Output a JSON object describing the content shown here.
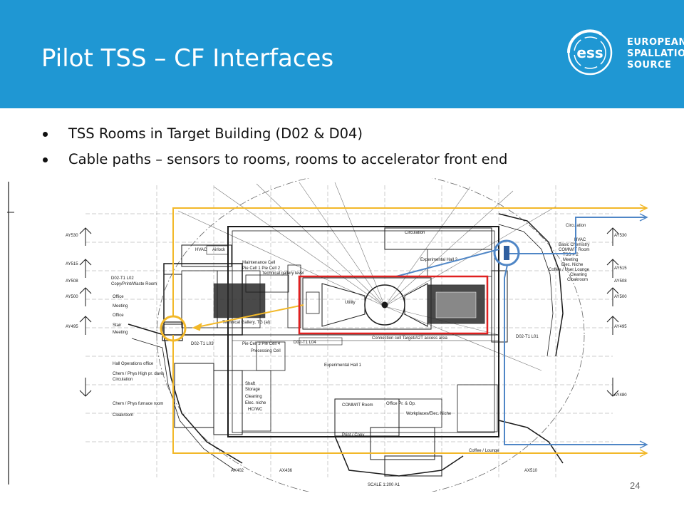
{
  "slide": {
    "title": "Pilot TSS – CF Interfaces",
    "page_number": "24",
    "logo": {
      "line1": "EUROPEAN",
      "line2": "SPALLATION",
      "line3": "SOURCE",
      "mark": "ess"
    },
    "bullets": [
      "TSS Rooms in Target Building (D02 & D04)",
      "Cable paths – sensors to rooms, rooms to accelerator front end"
    ]
  },
  "plan": {
    "labels": {
      "circulation_top": "Circulation",
      "experimental_hall_2": "Experimental Hall 2",
      "experimental_hall_1": "Experimental Hall 1",
      "hvac": "HVAC",
      "airlock": "Airlock",
      "maintenance_cell": "Maintenance Cell",
      "pie_cell": "Pie Cell 1 Pie Cell 2",
      "technical_gallery": "Technical gallery level",
      "pie_cell_34": "Pie Cell 3 Pie Cell 4",
      "processing_cell": "Processing Cell",
      "technical_gallery_2": "Technical Gallery, TG (al)",
      "copy_print": "Copy/Print/Waste Room",
      "office": "Office",
      "meeting": "Meeting",
      "stair": "Stair",
      "d02_t1_l02": "D02-T1 L02",
      "d02_t1_l03": "D02-T1 L03",
      "d02_t1_l01": "D02-T1 L01",
      "d02_t1_l04": "D02-T1 L04",
      "connection_cell": "Connection cell Target/A2T access area",
      "hall_operations": "Hall Operations office",
      "chem_phys": "Chem / Phys High pr. davis",
      "circulation_left": "Circulation",
      "chem_furnace": "Chem / Phys furnace room",
      "cloakroom": "Cloakroom",
      "shaft": "Shaft",
      "storage": "Storage",
      "cleaning": "Cleaning",
      "elec_niche": "Elec. niche",
      "hc_wc": "HC/WC",
      "comm_room": "COMM/IT Room",
      "office_pr_op": "Office Pr. & Op.",
      "workplaces": "Workplaces/Elec. Niche",
      "basic_chemistry": "Basic Chemistry",
      "comm_room_r": "COMM/IT Room",
      "tss2": "TSS # 2",
      "meeting_r": "Meeting",
      "elec_niche_r": "Elec. Niche",
      "coffee_lounge": "Coffee / User Lounge",
      "cleaning_r": "Cleaning",
      "cloakroom_r": "Cloakroom",
      "hvac_r": "HVAC",
      "circulation_r": "Circulation",
      "utility": "Utility",
      "print_copy": "Print / Copy",
      "coffee_lounge_b": "Coffee / Lounge",
      "scale": "SCALE 1:200 A1"
    },
    "section_marks": [
      "AY530",
      "AY515",
      "AY508",
      "AY500",
      "AY495",
      "AY480",
      "AX402",
      "AX436",
      "AX510"
    ],
    "colors": {
      "cable_yellow": "#f2b829",
      "cable_blue": "#4f86c6",
      "highlight_red": "#e02020",
      "drawing": "#1a1a1a"
    }
  }
}
